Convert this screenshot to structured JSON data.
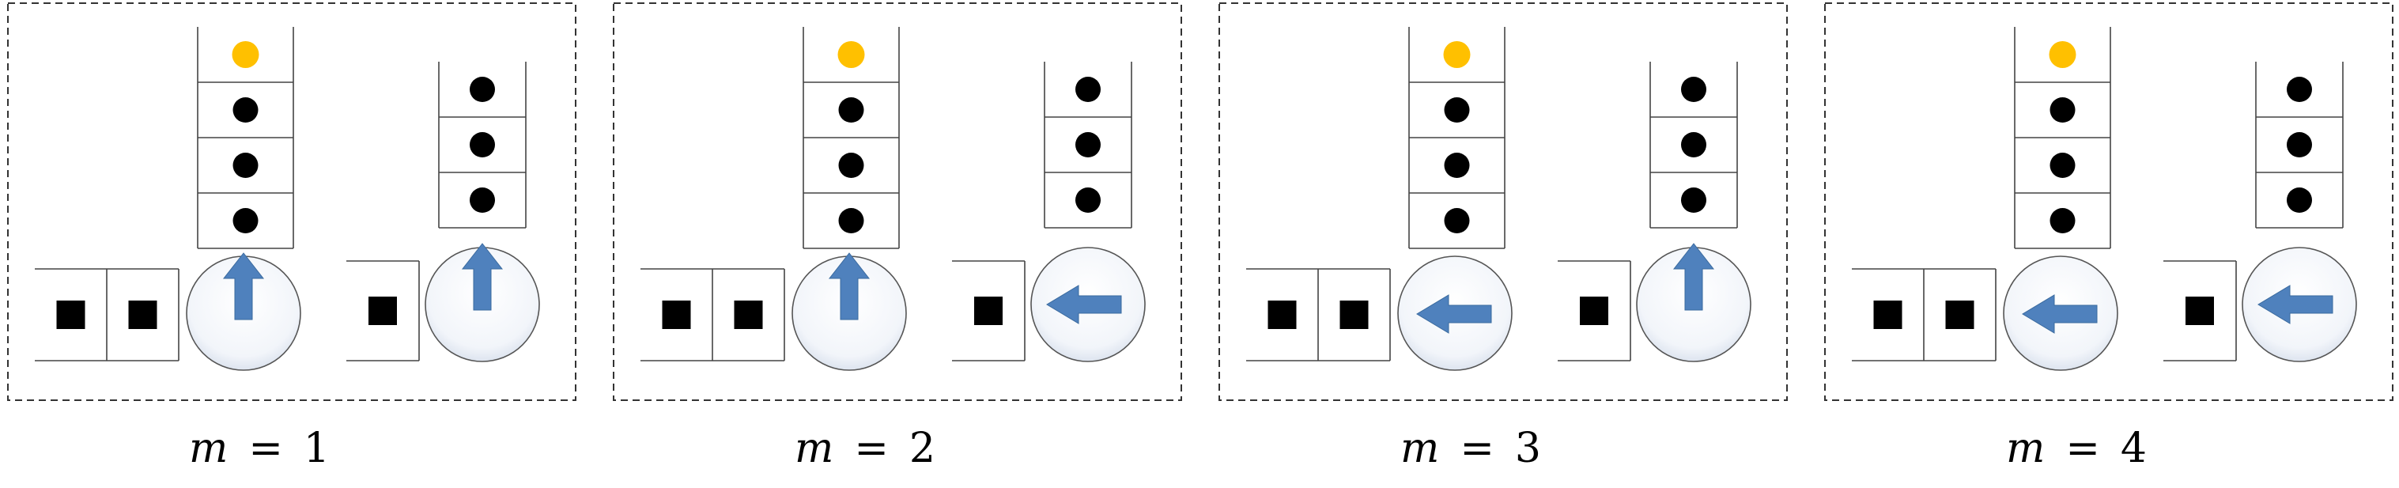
{
  "panels": [
    {
      "var": "m",
      "eq": "=",
      "value": "1",
      "dirA": "up",
      "dirB": "up"
    },
    {
      "var": "m",
      "eq": "=",
      "value": "2",
      "dirA": "up",
      "dirB": "left"
    },
    {
      "var": "m",
      "eq": "=",
      "value": "3",
      "dirA": "left",
      "dirB": "up"
    },
    {
      "var": "m",
      "eq": "=",
      "value": "4",
      "dirA": "left",
      "dirB": "left"
    }
  ],
  "colors": {
    "highlight_circle": "#FFC000",
    "arrow": "#4F81BD",
    "token": "#000000",
    "frame": "#333333"
  },
  "icons": {
    "queue_token": "filled-circle",
    "vehicle": "filled-square",
    "direction": "block-arrow"
  }
}
